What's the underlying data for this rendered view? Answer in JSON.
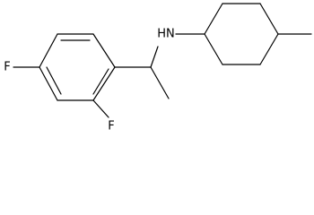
{
  "molecule": {
    "atom_labels": {
      "fluorine_para": "F",
      "fluorine_ortho": "F",
      "amine": "HN"
    },
    "colors": {
      "bond": "#000000",
      "text": "#000000",
      "background": "#ffffff"
    }
  }
}
